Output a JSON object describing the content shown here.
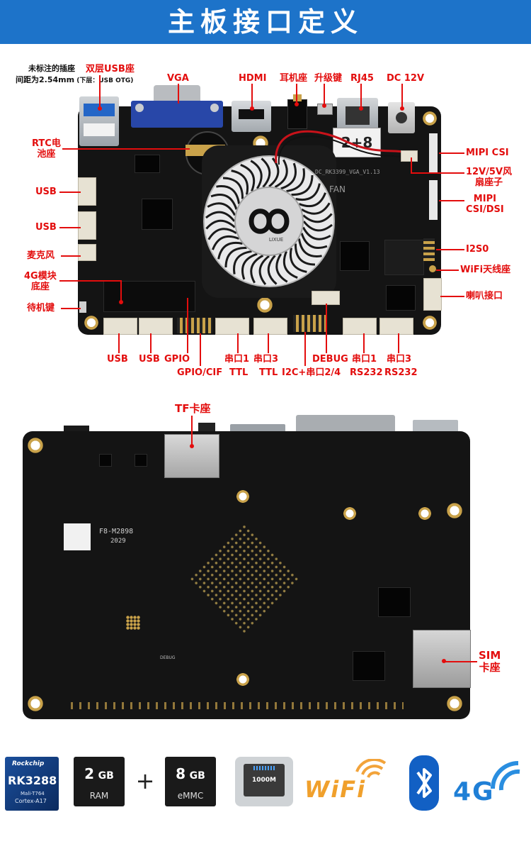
{
  "header": {
    "title": "主板接口定义"
  },
  "note": {
    "line1": "未标注的插座",
    "line2_main": "间距为2.54mm",
    "line2_sub": " (下层：USB OTG)"
  },
  "top_labels": {
    "dual_usb": "双层USB座",
    "vga": "VGA",
    "hdmi": "HDMI",
    "earphone": "耳机座",
    "upgrade": "升级键",
    "rj45": "RJ45",
    "dc": "DC 12V",
    "rtc": [
      "RTC电",
      "池座"
    ],
    "usb_left_1": "USB",
    "usb_left_2": "USB",
    "mic": "麦克风",
    "module_4g": [
      "4G模块",
      "底座"
    ],
    "standby": "待机键",
    "mipi_csi": "MIPI CSI",
    "fan": [
      "12V/5V风",
      "扇座子"
    ],
    "mipi_csi_dsi": [
      "MIPI",
      "CSI/DSI"
    ],
    "i2s": "I2S0",
    "wifi_ant": "WiFi天线座",
    "speaker": "喇叭接口",
    "bottom_row1": [
      "USB",
      "USB",
      "GPIO",
      "串口1",
      "串口3",
      "DEBUG",
      "串口1",
      "串口3"
    ],
    "bottom_row2": [
      "GPIO/CIF",
      "TTL",
      "TTL",
      "I2C+串口2/4",
      "RS232",
      "RS232"
    ]
  },
  "board_marks": {
    "model": "DC_RK3399_VGA_V1.13",
    "fan": "FAN",
    "sticker": "2+8",
    "fan_brand": "LIXUE"
  },
  "back_labels": {
    "tf": "TF卡座",
    "sim": [
      "SIM",
      "卡座"
    ],
    "chip_mark": "F8-M2898",
    "chip_year": "2029",
    "debug": "DEBUG"
  },
  "badges": {
    "rockchip": {
      "brand": "Rockchip",
      "model": "RK3288",
      "gpu": "Mali-T764",
      "cpu": "Cortex-A17"
    },
    "ram": {
      "size": "2",
      "unit": "GB",
      "label": "RAM"
    },
    "plus": "+",
    "emmc": {
      "size": "8",
      "unit": "GB",
      "label": "eMMC"
    },
    "ethernet": "1000M",
    "wifi": "WiFi",
    "g4": "4G"
  },
  "colors": {
    "banner": "#1d73c9",
    "label_red": "#e30d0d",
    "board": "#141414"
  }
}
